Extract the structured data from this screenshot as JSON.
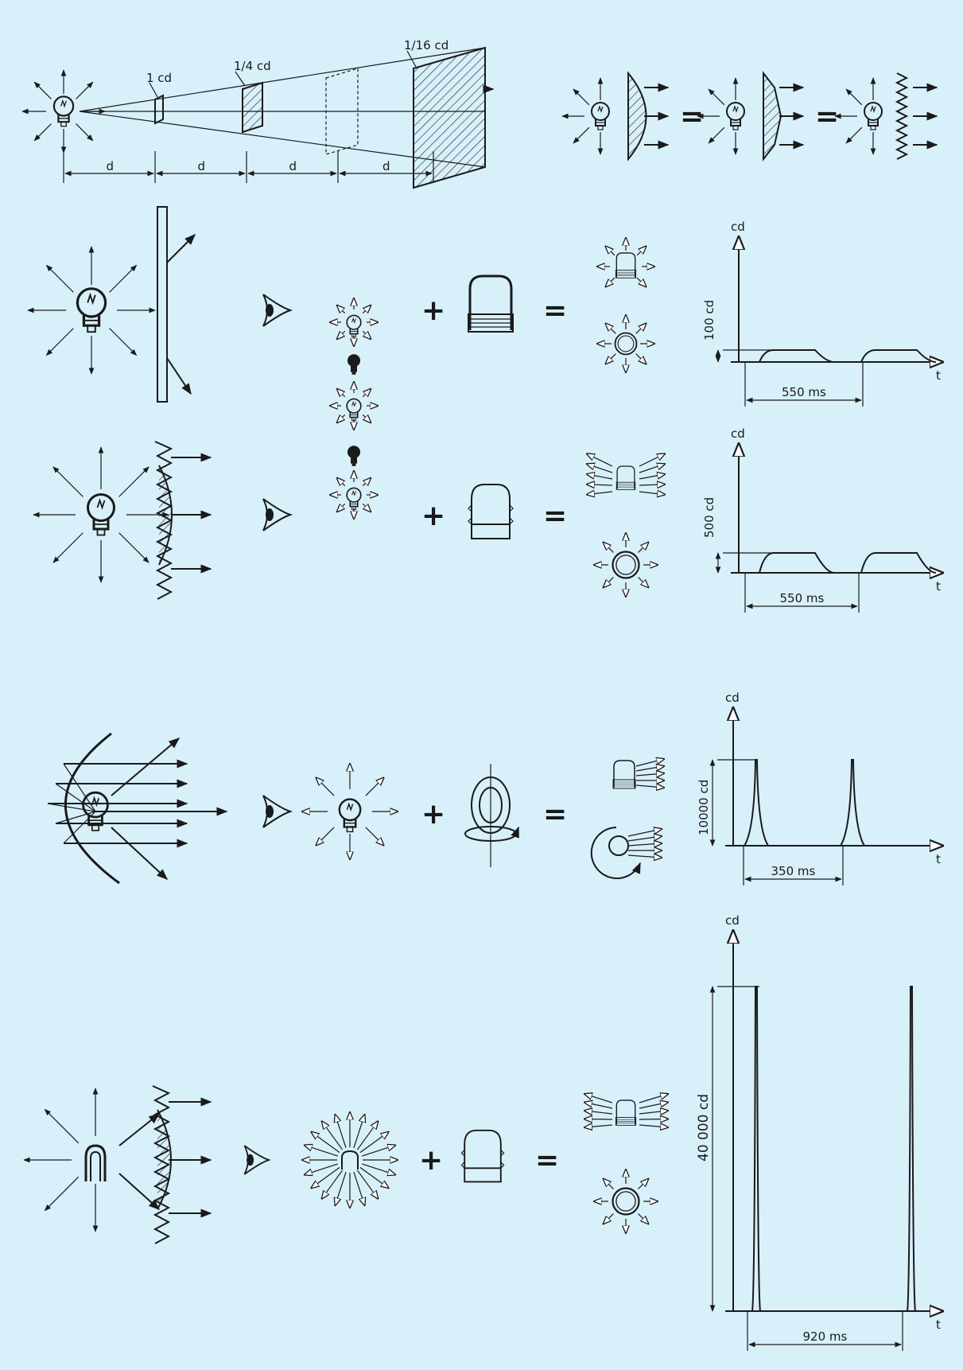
{
  "inverse_square": {
    "labels": [
      "1 cd",
      "1/4 cd",
      "1/16 cd"
    ],
    "distance": [
      "d",
      "d",
      "d",
      "d"
    ]
  },
  "operators": {
    "plus": "+",
    "equals": "="
  },
  "axes": {
    "y": "cd",
    "x": "t"
  },
  "rows": [
    {
      "id": "row-1",
      "peak_label": "100 cd",
      "period_label": "550 ms"
    },
    {
      "id": "row-2",
      "peak_label": "500 cd",
      "period_label": "550 ms"
    },
    {
      "id": "row-3",
      "peak_label": "10000 cd",
      "period_label": "350 ms"
    },
    {
      "id": "row-4",
      "peak_label": "40 000 cd",
      "period_label": "920 ms"
    }
  ],
  "colors": {
    "background": "#d8f0fa",
    "ink": "#1a1a1a"
  }
}
